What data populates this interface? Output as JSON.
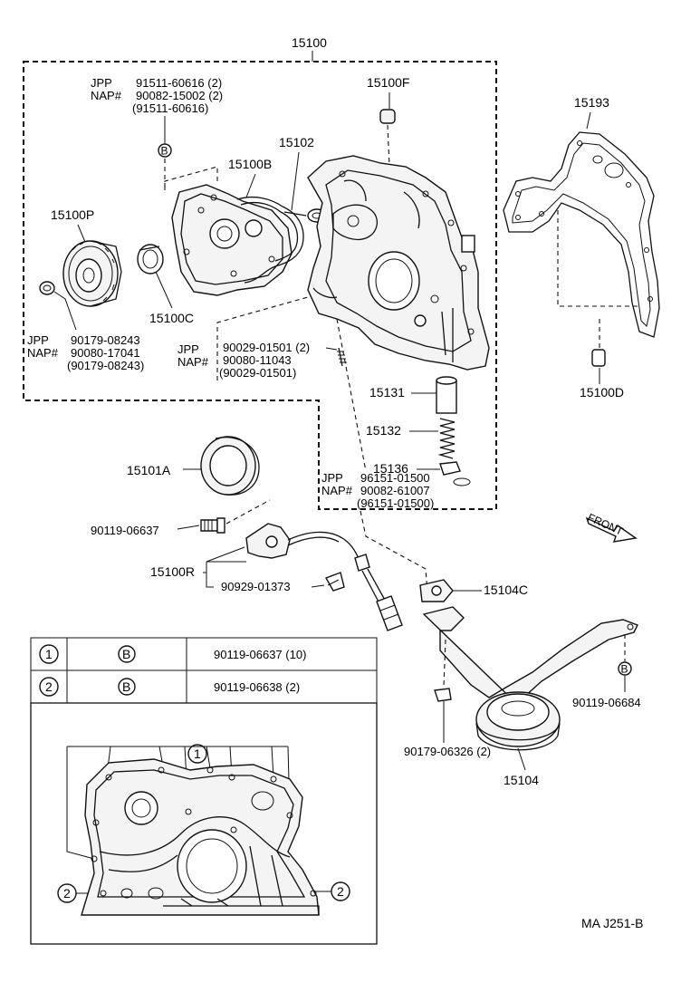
{
  "labels": {
    "assy_15100": "15100",
    "p15100F": "15100F",
    "p15100B": "15100B",
    "p15102": "15102",
    "p15100P": "15100P",
    "p15100C": "15100C",
    "p15193": "15193",
    "p15100D": "15100D",
    "p15131": "15131",
    "p15132": "15132",
    "p15136": "15136",
    "p15101A": "15101A",
    "p15100R": "15100R",
    "p15104C": "15104C",
    "p15104": "15104",
    "bolt_90119_06637": "90119-06637",
    "bolt_90929_01373": "90929-01373",
    "bolt_90179_06326": "90179-06326 (2)",
    "bolt_90119_06684": "90119-06684",
    "code": "MA J251-B",
    "circ_b": "B",
    "circ_1": "1",
    "circ_2": "2"
  },
  "groups": {
    "g1": {
      "l1": "JPP",
      "l2": "NAP#",
      "v1": "91511-60616 (2)",
      "v2": "90082-15002 (2)",
      "v3": "(91511-60616)"
    },
    "g2": {
      "l1": "JPP",
      "l2": "NAP#",
      "v1": "90179-08243",
      "v2": "90080-17041",
      "v3": "(90179-08243)"
    },
    "g3": {
      "l1": "JPP",
      "l2": "NAP#",
      "v1": "90029-01501 (2)",
      "v2": "90080-11043",
      "v3": "(90029-01501)"
    },
    "g4": {
      "l1": "JPP",
      "l2": "NAP#",
      "v1": "96151-01500",
      "v2": "90082-61007",
      "v3": "(96151-01500)"
    }
  },
  "arrow": {
    "label": "FRONT"
  },
  "legend": {
    "rows": [
      {
        "num": "1",
        "symbol": "B",
        "part": "90119-06637 (10)"
      },
      {
        "num": "2",
        "symbol": "B",
        "part": "90119-06638 (2)"
      }
    ]
  }
}
